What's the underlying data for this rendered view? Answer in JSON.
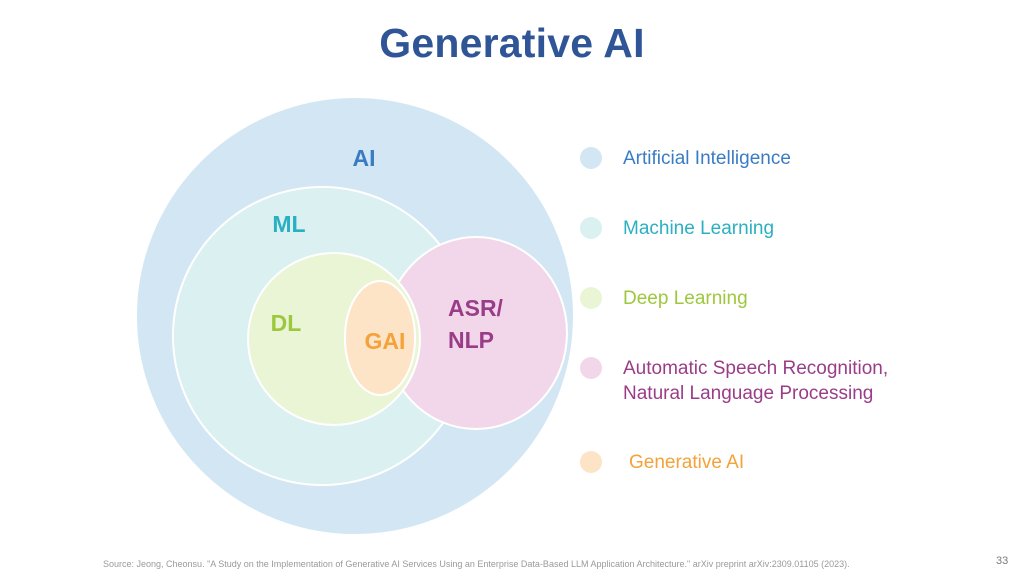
{
  "slide": {
    "title": "Generative AI",
    "source": "Source: Jeong, Cheonsu. \"A Study on the Implementation of Generative AI Services Using an Enterprise Data-Based LLM Application Architecture.\" arXiv preprint arXiv:2309.01105 (2023).",
    "page_number": "33"
  },
  "colors": {
    "title": "#2f5597",
    "ai_fill": "#d3e6f3",
    "ai_label": "#3a7cc4",
    "ml_fill": "#daf0f1",
    "ml_label": "#2ab0c2",
    "dl_fill": "#eaf5d6",
    "dl_label": "#9dc83d",
    "asr_fill": "#f2d7ea",
    "asr_label": "#9a3d88",
    "gai_fill": "#fde4c6",
    "gai_label": "#f4a23a"
  },
  "diagram": {
    "ai_label": "AI",
    "ml_label": "ML",
    "dl_label": "DL",
    "asr_label_line1": "ASR/",
    "asr_label_line2": "NLP",
    "gai_label": "GAI"
  },
  "legend": {
    "ai": "Artificial Intelligence",
    "ml": "Machine Learning",
    "dl": "Deep Learning",
    "asr_line1": "Automatic Speech Recognition,",
    "asr_line2": "Natural Language Processing",
    "gai": "Generative AI"
  }
}
